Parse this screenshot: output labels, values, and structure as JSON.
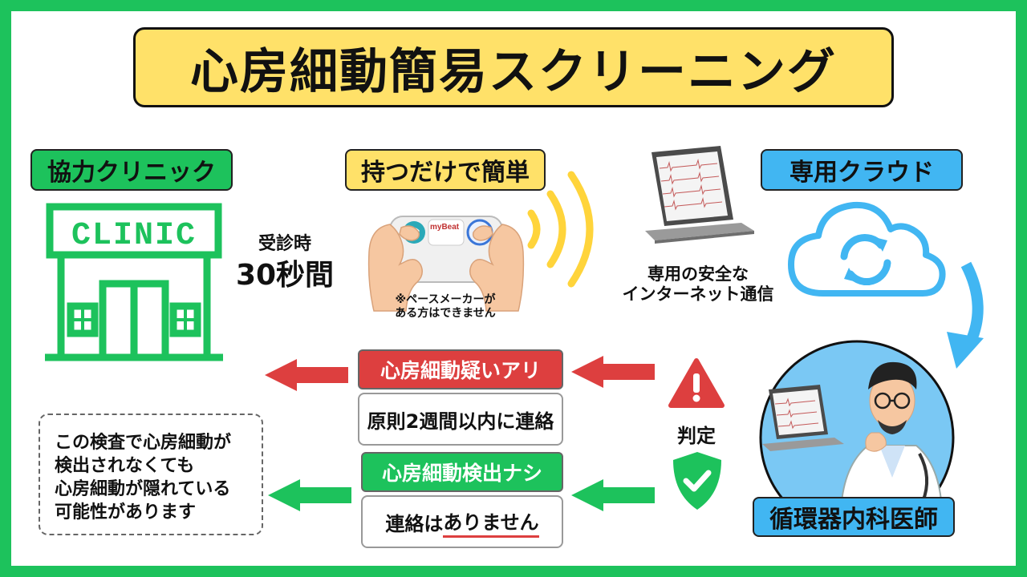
{
  "title": "心房細動簡易スクリーニング",
  "clinic": {
    "tag": "協力クリニック",
    "sign": "CLINIC",
    "time_line1": "受診時",
    "time_line2": "30秒間"
  },
  "device": {
    "tag": "持つだけで簡単",
    "brand": "myBeat",
    "note_line1": "※ペースメーカーが",
    "note_line2": "ある方はできません"
  },
  "network": {
    "label_line1": "専用の安全な",
    "label_line2": "インターネット通信"
  },
  "cloud": {
    "tag": "専用クラウド"
  },
  "doctor": {
    "tag": "循環器内科医師"
  },
  "judgement": {
    "label": "判定"
  },
  "result_positive": {
    "label": "心房細動疑いアリ",
    "detail": "原則2週間以内に連絡"
  },
  "result_negative": {
    "label": "心房細動検出ナシ",
    "detail_prefix": "連絡は",
    "detail_emph": "ありません"
  },
  "caveat": {
    "line1": "この検査で心房細動が",
    "line2": "検出されなくても",
    "line3": "心房細動が隠れている",
    "line4": "可能性があります"
  },
  "colors": {
    "frame_green": "#1dc25c",
    "title_yellow": "#ffe169",
    "cloud_blue": "#41b6f2",
    "alert_red": "#dd3f3f"
  }
}
